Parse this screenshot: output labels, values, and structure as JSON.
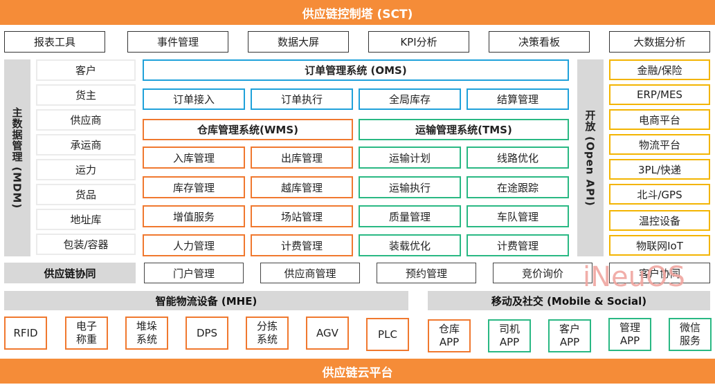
{
  "top_banner": "供应链控制塔 (SCT)",
  "bottom_banner": "供应链云平台",
  "tools": [
    "报表工具",
    "事件管理",
    "数据大屏",
    "KPI分析",
    "决策看板",
    "大数据分析"
  ],
  "mdm": {
    "label": "主数据管理 (MDM)",
    "items": [
      "客户",
      "货主",
      "供应商",
      "承运商",
      "运力",
      "货品",
      "地址库",
      "包装/容器"
    ]
  },
  "open_api": {
    "label": "开放 (Open API)"
  },
  "oms": {
    "title": "订单管理系统 (OMS)",
    "items": [
      "订单接入",
      "订单执行",
      "全局库存",
      "结算管理"
    ]
  },
  "wms": {
    "title": "仓库管理系统(WMS)",
    "items": [
      "入库管理",
      "出库管理",
      "库存管理",
      "越库管理",
      "增值服务",
      "场站管理",
      "人力管理",
      "计费管理"
    ]
  },
  "tms": {
    "title": "运输管理系统(TMS)",
    "items": [
      "运输计划",
      "线路优化",
      "运输执行",
      "在途跟踪",
      "质量管理",
      "车队管理",
      "装载优化",
      "计费管理"
    ]
  },
  "integrations": [
    "金融/保险",
    "ERP/MES",
    "电商平台",
    "物流平台",
    "3PL/快递",
    "北斗/GPS",
    "温控设备",
    "物联网IoT"
  ],
  "collab": {
    "label": "供应链协同",
    "items": [
      "门户管理",
      "供应商管理",
      "预约管理",
      "竞价询价",
      "客户协同"
    ]
  },
  "mhe": {
    "label": "智能物流设备 (MHE)",
    "items": [
      "RFID",
      "电子\n称重",
      "堆垛\n系统",
      "DPS",
      "分拣\n系统",
      "AGV",
      "PLC"
    ]
  },
  "mobile": {
    "label": "移动及社交 (Mobile & Social)",
    "items": [
      "仓库\nAPP",
      "司机\nAPP",
      "客户\nAPP",
      "管理\nAPP",
      "微信\n服务"
    ]
  },
  "watermark": "iNeuOS",
  "colors": {
    "orange": "#F58C38",
    "blue": "#1FA1DA",
    "green": "#29B883",
    "yellow": "#F3B400",
    "gray": "#D8D8D8"
  }
}
